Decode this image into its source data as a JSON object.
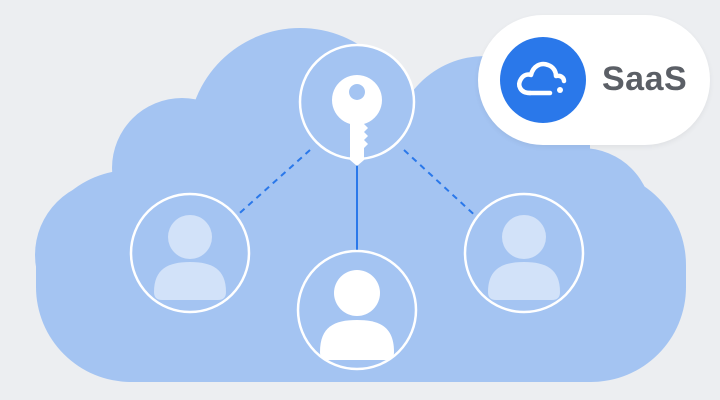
{
  "badge": {
    "label": "SaaS",
    "icon": "cloud-icon",
    "icon_background": "#2a78ea",
    "text_color": "#5b5f66"
  },
  "diagram": {
    "cloud_color": "#a4c4f2",
    "node_outline_color": "#ffffff",
    "center_node": {
      "icon": "key-icon"
    },
    "user_nodes": [
      {
        "position": "left",
        "style": "faded"
      },
      {
        "position": "bottom",
        "style": "highlighted"
      },
      {
        "position": "right",
        "style": "faded"
      }
    ],
    "connectors": [
      {
        "to": "left",
        "style": "dashed"
      },
      {
        "to": "bottom",
        "style": "solid"
      },
      {
        "to": "right",
        "style": "dashed"
      }
    ],
    "connector_color": "#2a78ea"
  }
}
